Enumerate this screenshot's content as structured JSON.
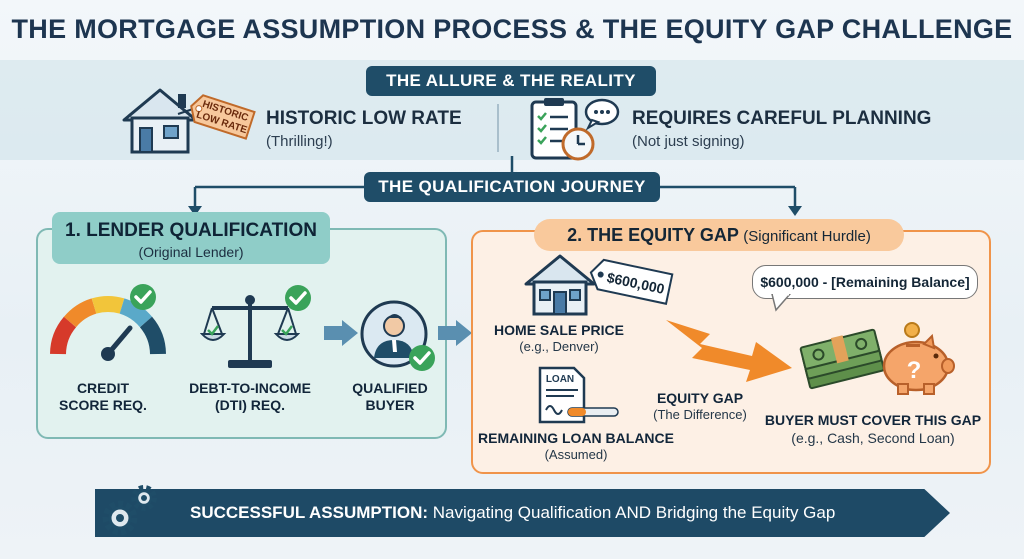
{
  "title": "THE MORTGAGE ASSUMPTION PROCESS & THE EQUITY GAP CHALLENGE",
  "allure": {
    "label": "THE ALLURE & THE REALITY",
    "left": {
      "title": "HISTORIC LOW RATE",
      "sub": "(Thrilling!)",
      "tag": [
        "HISTORIC",
        "LOW RATE"
      ]
    },
    "right": {
      "title": "REQUIRES CAREFUL PLANNING",
      "sub": "(Not just signing)"
    }
  },
  "journey": {
    "label": "THE QUALIFICATION JOURNEY"
  },
  "lender": {
    "title": "1. LENDER QUALIFICATION",
    "sub": "(Original Lender)",
    "credit": [
      "CREDIT",
      "SCORE REQ."
    ],
    "dti": [
      "DEBT-TO-INCOME",
      "(DTI) REQ."
    ],
    "buyer": [
      "QUALIFIED",
      "BUYER"
    ]
  },
  "equity": {
    "title": "2. THE EQUITY GAP",
    "title_sub": "(Significant Hurdle)",
    "price_tag": "$600,000",
    "bubble": "$600,000 - [Remaining Balance]",
    "home_label": "HOME SALE PRICE",
    "home_sub": "(e.g., Denver)",
    "loan_doc": "LOAN",
    "loan_label": "REMAINING LOAN BALANCE",
    "loan_sub": "(Assumed)",
    "gap_label": "EQUITY GAP",
    "gap_sub": "(The Difference)",
    "cover_label": "BUYER MUST COVER THIS GAP",
    "cover_sub": "(e.g., Cash, Second Loan)",
    "question": "?"
  },
  "footer": {
    "bold": "SUCCESSFUL ASSUMPTION:",
    "text": " Navigating Qualification AND Bridging the Equity Gap"
  },
  "colors": {
    "navy": "#1f4d68",
    "teal": "#8fcdc8",
    "orange": "#f0944a",
    "check": "#3aa35a"
  }
}
